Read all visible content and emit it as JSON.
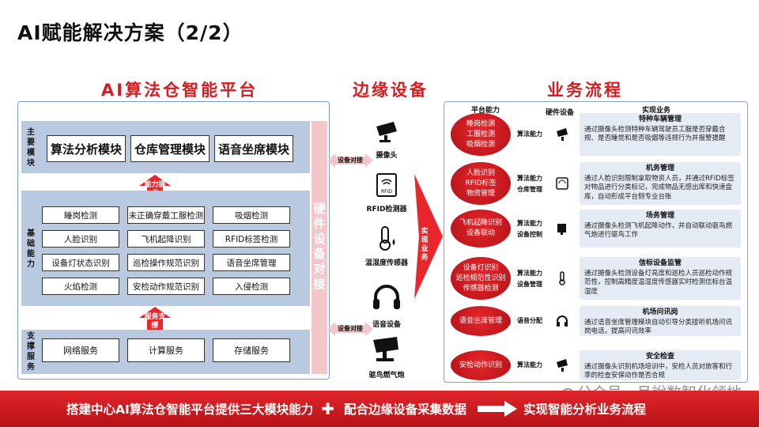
{
  "title": "AI赋能解决方案（2/2）",
  "sections": {
    "platform": "AI算法仓智能平台",
    "edge": "边缘设备",
    "process": "业务流程"
  },
  "platform": {
    "side_main": "主要模块",
    "side_base": "基础能力",
    "side_support": "支撑服务",
    "modules": [
      "算法分析模块",
      "仓库管理模块",
      "语音坐席模块"
    ],
    "arrow_top": "能力提供",
    "abilities": [
      [
        "睡岗检测",
        "未正确穿戴工服检测",
        "吸烟检测"
      ],
      [
        "人脸识别",
        "飞机起降识别",
        "RFID标签检测"
      ],
      [
        "设备灯状态识别",
        "巡检操作规范识别",
        "语音坐席管理"
      ],
      [
        "火焰检测",
        "安检动作规范识别",
        "入侵检测"
      ]
    ],
    "arrow_bottom": "服务支撑",
    "services": [
      "网络服务",
      "计算服务",
      "存储服务"
    ],
    "hw_bar": "硬件设备对接"
  },
  "edge": {
    "dock_top": "设备对接",
    "dock_bottom": "设备对接",
    "devices": [
      {
        "icon": "camera-icon",
        "label": "摄像头"
      },
      {
        "icon": "rfid-reader-icon",
        "label": "RFID检测器",
        "sub": "RFID"
      },
      {
        "icon": "thermometer-icon",
        "label": "温湿度传感器"
      },
      {
        "icon": "headset-icon",
        "label": "语音设备"
      },
      {
        "icon": "bird-cannon-icon",
        "label": "驱鸟燃气炮"
      }
    ],
    "arrow": "实现业务"
  },
  "flow": {
    "headers": {
      "cap": "平台能力",
      "hw": "硬件设备",
      "biz": "实现业务"
    },
    "rows": [
      {
        "pill": [
          "睡岗检测",
          "工服检测",
          "吸烟检测"
        ],
        "tags": [
          "算法能力"
        ],
        "hw_icon": "camera-icon",
        "title": "特种车辆管理",
        "text": "通过摄像头检测特种车辆驾驶员工服是否穿戴合规、是否睡觉和是否吸烟等违规行为并报警提醒"
      },
      {
        "pill": [
          "人脸识别",
          "RFID标签",
          "物资管理"
        ],
        "tags": [
          "算法能力",
          "仓库管理"
        ],
        "hw_icon": "rfid-reader-icon",
        "title": "机务管理",
        "text": "通过人脸识别限制拿取物资人员，并通过RFID标签对物品进行分类标记，完成物品无感出库和快速盘库，自动形成平台侧专业台账"
      },
      {
        "pill": [
          "飞机起降识别",
          "设备联动"
        ],
        "tags": [
          "算法能力",
          "设备控制"
        ],
        "hw_icon": "alarm-icon",
        "title": "场务管理",
        "text": "通过摄像头检测飞机起降动作，并自动联动驱鸟燃气炮进行驱鸟工作"
      },
      {
        "pill": [
          "设备灯识别",
          "巡检规范性识别",
          "传感器检测"
        ],
        "tags": [
          "算法能力",
          "设备管理"
        ],
        "hw_icon": "thermometer-icon",
        "title": "信标设备监管",
        "text": "通过摄像头检测设备灯亮度和巡检人员巡检动作规范性，控制高精度温湿度传感器实时检测信标台温湿度"
      },
      {
        "pill": [
          "语音坐席管理"
        ],
        "tags": [
          "语音分配"
        ],
        "hw_icon": "headset-icon",
        "title": "机场问讯岗",
        "text": "通过语音坐席管理模块自动引导分类接听机场问讯岗电话，提高问讯效率"
      },
      {
        "pill": [
          "安检动作识别"
        ],
        "tags": [
          "算法能力"
        ],
        "hw_icon": "camera-icon",
        "title": "安全检查",
        "text": "通过摄像头识别机场培训中，安检人员对旅客和行李的检查安保动作是否合规"
      }
    ]
  },
  "banner": {
    "left": "搭建中心AI算法仓智能平台提供三大模块能力",
    "plus": "✚",
    "mid": "配合边缘设备采集数据",
    "right": "实现智能分析业务流程"
  },
  "watermark": "公众号 · 月說数智化领地",
  "colors": {
    "accent": "#d71c20",
    "band": "#b9c9e0",
    "card": "#e4ebf4"
  }
}
